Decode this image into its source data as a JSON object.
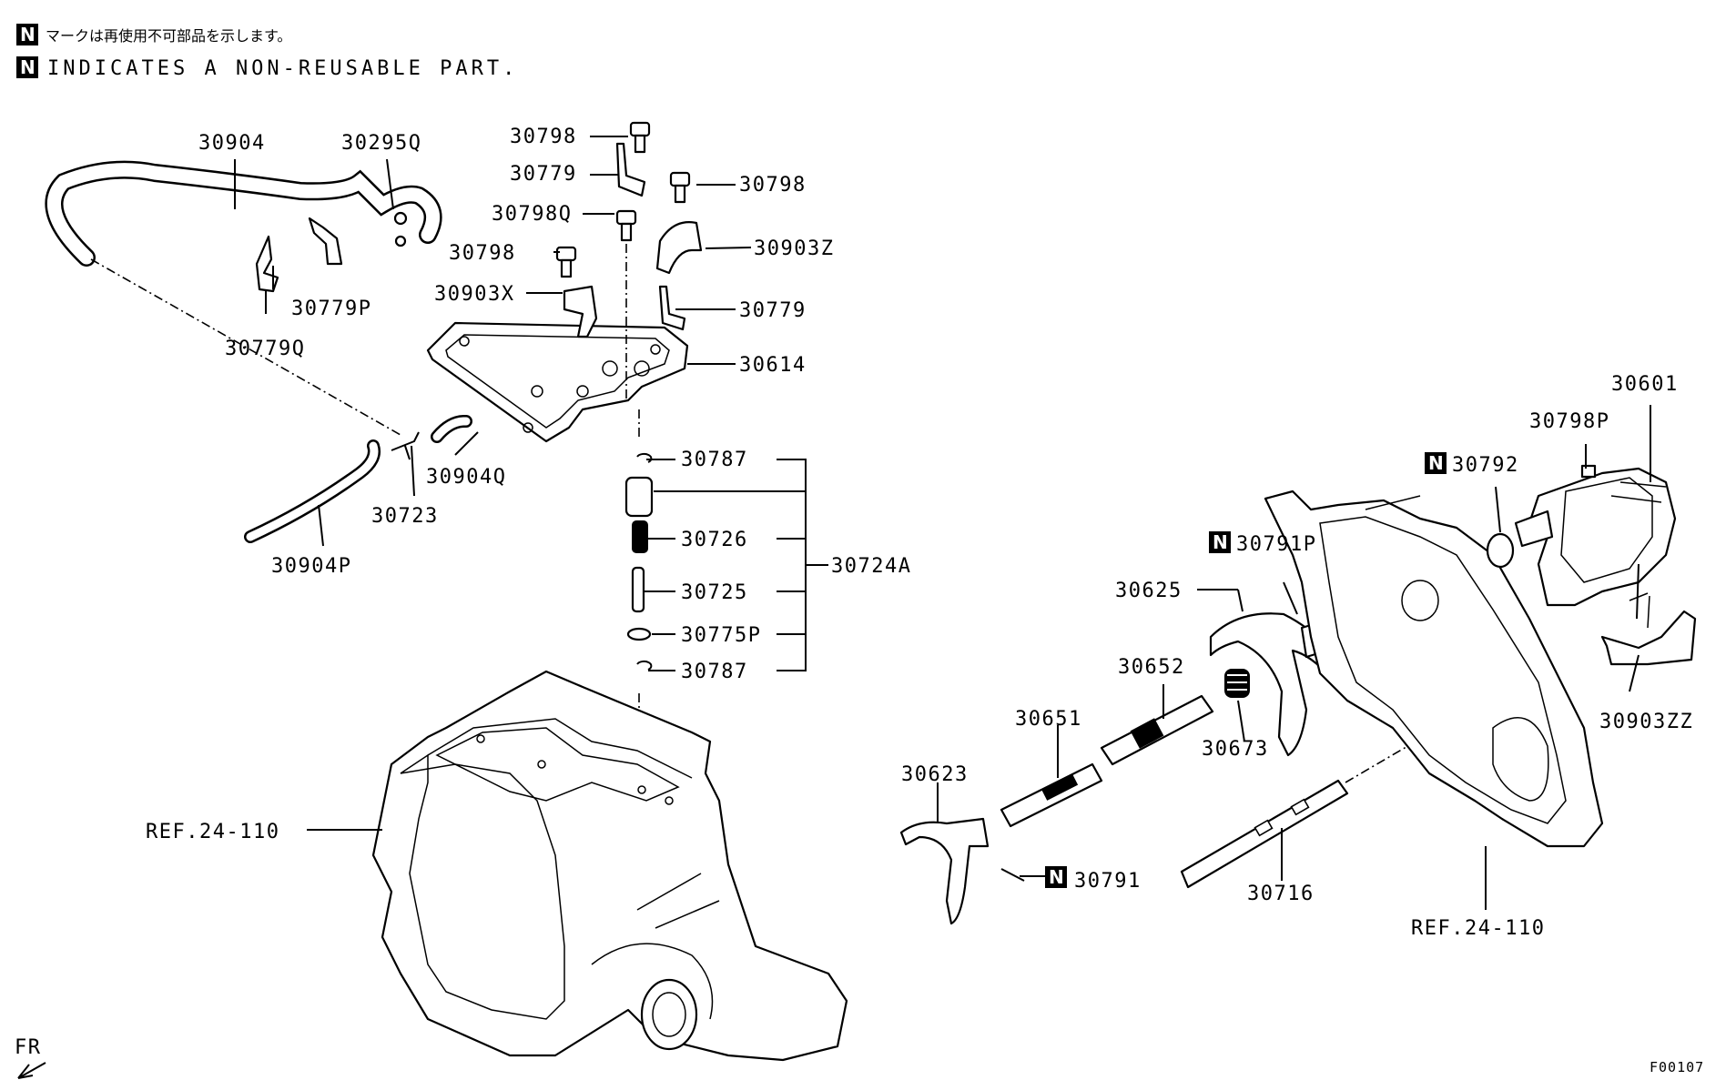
{
  "notes": {
    "n_symbol": "N",
    "japanese": "マークは再使用不可部品を示します。",
    "english": "INDICATES A NON-REUSABLE PART."
  },
  "labels": {
    "p30904": "30904",
    "p30295Q": "30295Q",
    "p30798_a": "30798",
    "p30779_a": "30779",
    "p30798_b": "30798",
    "p30798Q": "30798Q",
    "p30903Z": "30903Z",
    "p30798_c": "30798",
    "p30903X": "30903X",
    "p30779_b": "30779",
    "p30779P": "30779P",
    "p30779Q": "30779Q",
    "p30614": "30614",
    "p30787_a": "30787",
    "p30904Q": "30904Q",
    "p30723": "30723",
    "p30726": "30726",
    "p30724A": "30724A",
    "p30904P": "30904P",
    "p30725": "30725",
    "p30775P": "30775P",
    "p30787_b": "30787",
    "p30601": "30601",
    "p30798P": "30798P",
    "p30792": "30792",
    "p30791P": "30791P",
    "p30625": "30625",
    "p30652": "30652",
    "p30651": "30651",
    "p30673": "30673",
    "p30623": "30623",
    "p30791": "30791",
    "p30716": "30716",
    "p30903ZZ": "30903ZZ",
    "ref_left": "REF.24-110",
    "ref_right": "REF.24-110"
  },
  "footer": {
    "fr": "FR",
    "code": "F00107"
  }
}
